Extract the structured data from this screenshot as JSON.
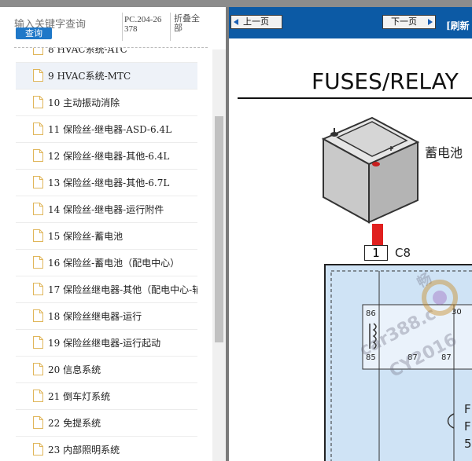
{
  "search": {
    "placeholder": "输入关键字查询",
    "button_label": "查询"
  },
  "header": {
    "pc_code": "PC.204-26378",
    "collapse_label": "折叠全部"
  },
  "tree": {
    "items": [
      {
        "label": "8 HVAC系统-ATC"
      },
      {
        "label": "9 HVAC系统-MTC",
        "selected": true
      },
      {
        "label": "10 主动振动消除"
      },
      {
        "label": "11 保险丝-继电器-ASD-6.4L"
      },
      {
        "label": "12 保险丝-继电器-其他-6.4L"
      },
      {
        "label": "13 保险丝-继电器-其他-6.7L"
      },
      {
        "label": "14 保险丝-继电器-运行附件"
      },
      {
        "label": "15 保险丝-蓄电池"
      },
      {
        "label": "16 保险丝-蓄电池（配电中心）"
      },
      {
        "label": "17 保险丝继电器-其他（配电中心-辅."
      },
      {
        "label": "18 保险丝继电器-运行"
      },
      {
        "label": "19 保险丝继电器-运行起动"
      },
      {
        "label": "20 信息系统"
      },
      {
        "label": "21 倒车灯系统"
      },
      {
        "label": "22 免提系统"
      },
      {
        "label": "23 内部照明系统"
      }
    ]
  },
  "viewer": {
    "prev_label": "上一页",
    "next_label": "下一页",
    "refresh_label": "[刷新",
    "title": "FUSES/RELAY",
    "battery_label": "蓄电池",
    "pin": "1",
    "connector": "C8",
    "relay": {
      "pin86": "86",
      "pin85": "85",
      "pin87": "87",
      "pin87b": "87",
      "pin30": "30"
    },
    "side_labels": [
      "F",
      "F",
      "5"
    ],
    "watermark": [
      "畅",
      "car388.c",
      "CY2016"
    ]
  },
  "colors": {
    "nav_blue": "#0c5aa5",
    "search_blue": "#1f78c8",
    "diagram_fill": "#cfe3f5",
    "wire_red": "#e0201f"
  }
}
